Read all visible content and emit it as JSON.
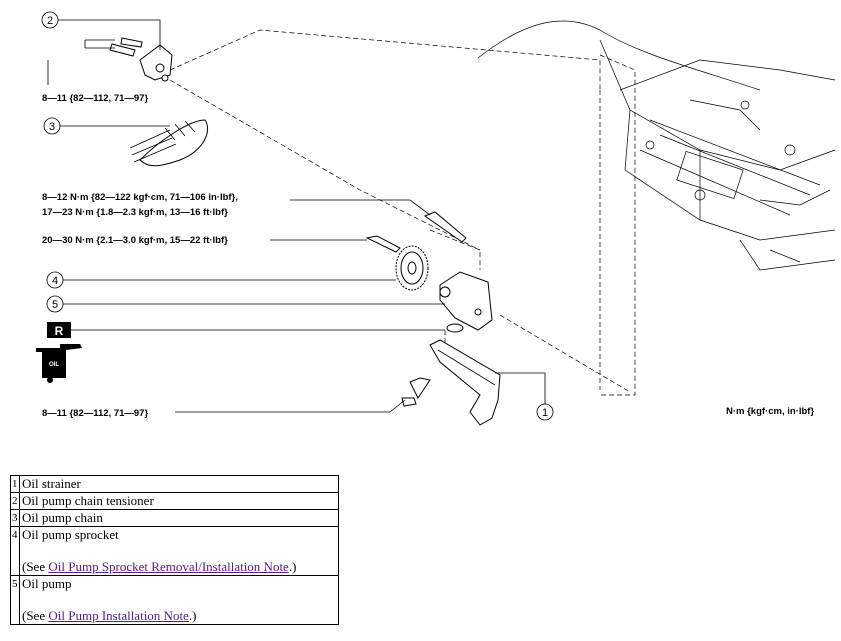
{
  "diagram": {
    "callouts": [
      "1",
      "2",
      "3",
      "4",
      "5"
    ],
    "torque_2": "8—11 {82—112, 71—97}",
    "torque_bolt_line1": "8—12 N·m {82—122 kgf·cm, 71—106 in·lbf},",
    "torque_bolt_line2": "17—23 N·m {1.8—2.3 kgf·m, 13—16 ft·lbf}",
    "torque_sprocket": "20—30 N·m {2.1—3.0 kgf·m, 15—22 ft·lbf}",
    "torque_1": "8—11 {82—112, 71—97}",
    "units": "N·m {kgf·cm, in·lbf}",
    "replace_badge": "R",
    "oil_can_label": "OIL"
  },
  "parts": [
    {
      "num": "1",
      "name": "Oil strainer"
    },
    {
      "num": "2",
      "name": "Oil pump chain tensioner"
    },
    {
      "num": "3",
      "name": "Oil pump chain"
    },
    {
      "num": "4",
      "name": "Oil pump sprocket",
      "see_prefix": "(See ",
      "note": "Oil Pump Sprocket Removal/Installation Note",
      "see_suffix": ".)"
    },
    {
      "num": "5",
      "name": "Oil pump",
      "see_prefix": "(See ",
      "note": "Oil Pump Installation Note",
      "see_suffix": ".)"
    }
  ]
}
